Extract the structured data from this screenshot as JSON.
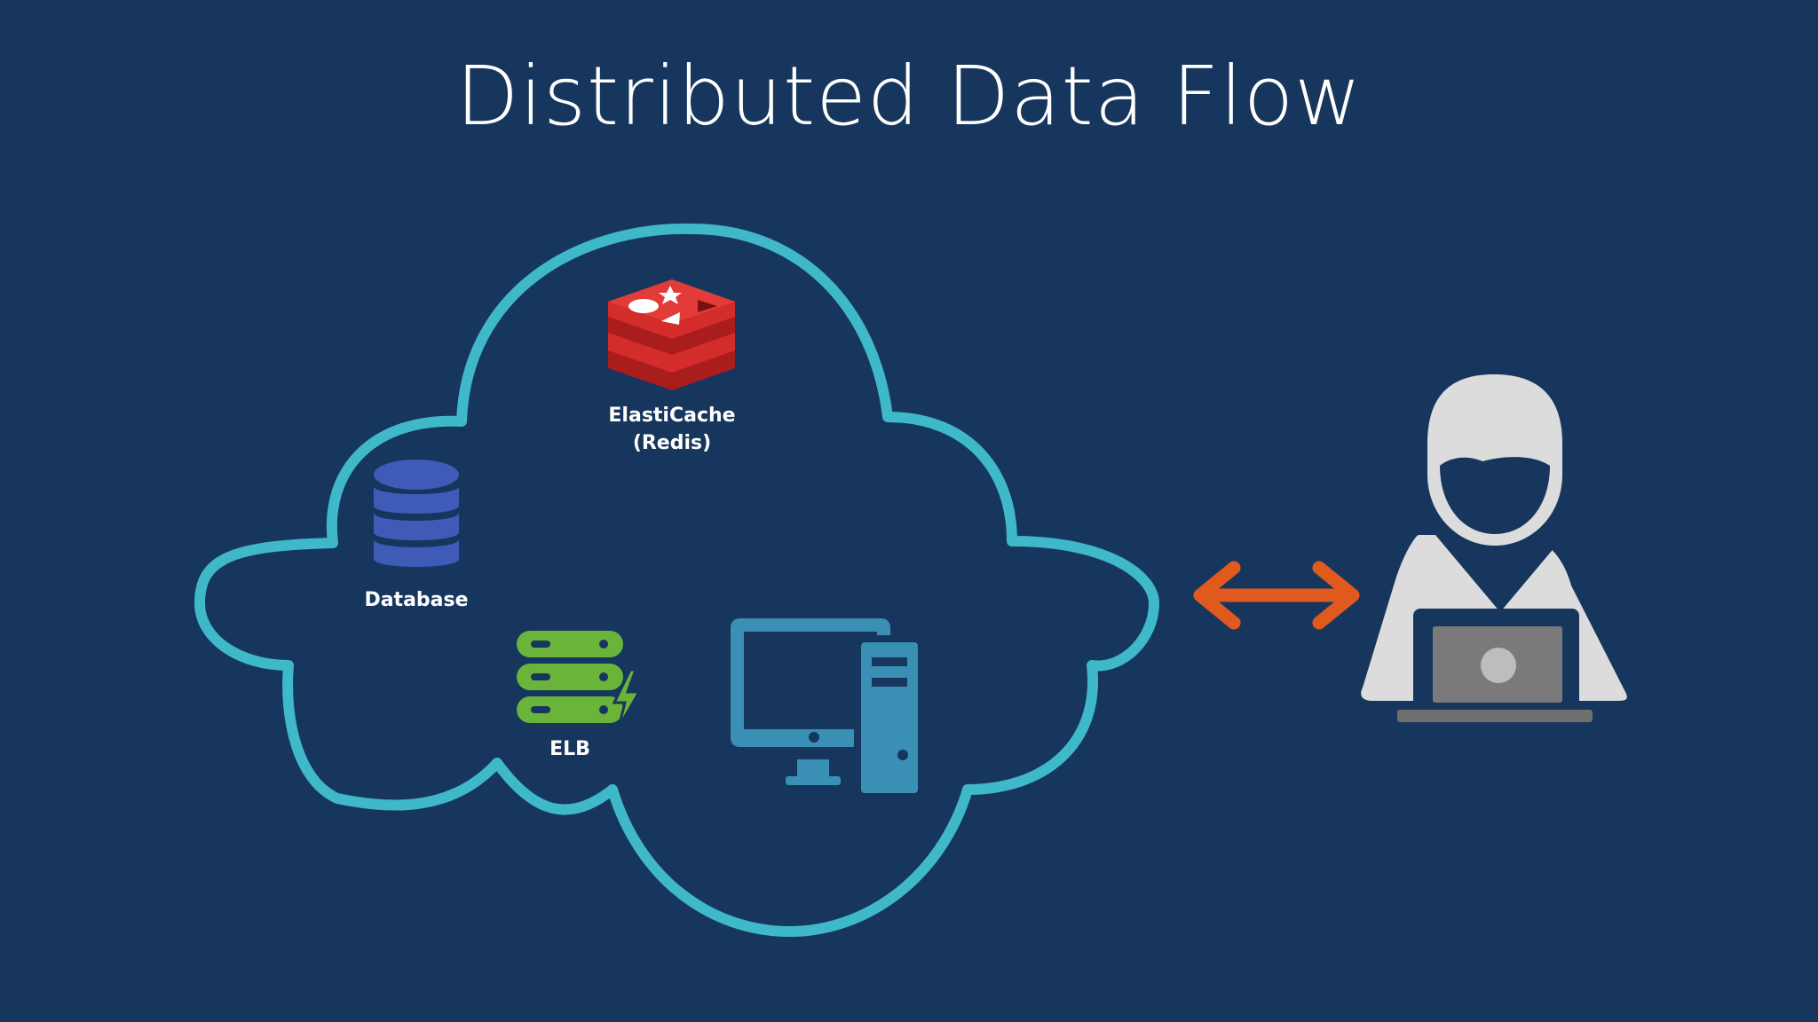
{
  "title": "Distributed Data Flow",
  "nodes": {
    "elasticache": {
      "label_line1": "ElastiCache",
      "label_line2": "(Redis)",
      "icon": "redis-icon"
    },
    "database": {
      "label": "Database",
      "icon": "database-icon"
    },
    "elb": {
      "label": "ELB",
      "icon": "load-balancer-icon"
    },
    "server": {
      "icon": "desktop-computer-icon"
    },
    "user": {
      "icon": "user-laptop-icon"
    }
  },
  "connector": {
    "icon": "bidirectional-arrow-icon"
  },
  "colors": {
    "background": "#17365d",
    "cloud_outline": "#3fb8c9",
    "redis": "#d42b2b",
    "database": "#3f5bb8",
    "elb": "#6bb43a",
    "server": "#3a8fb5",
    "arrow": "#e05a1e",
    "user": "#dcdcdc"
  }
}
